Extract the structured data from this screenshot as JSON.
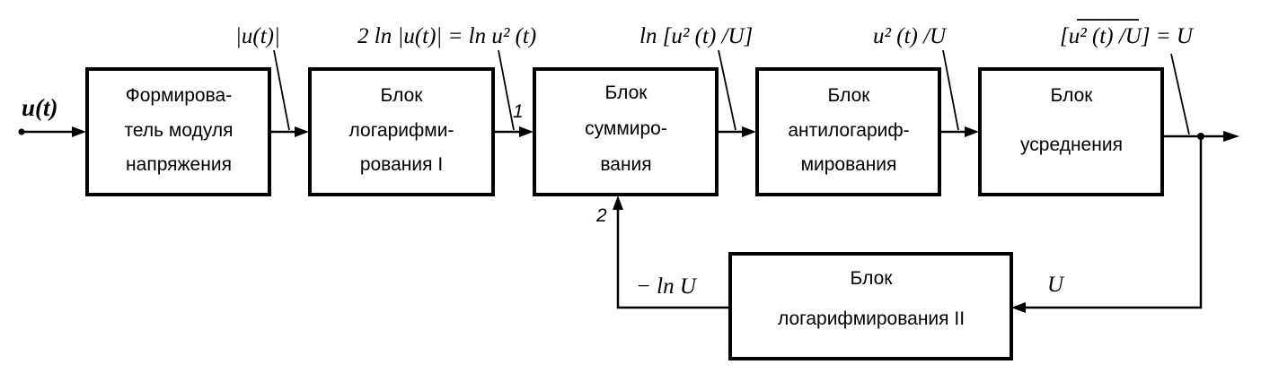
{
  "input_signal": "u(t)",
  "blocks": {
    "former": {
      "lines": [
        "Формирова-",
        "тель модуля",
        "напряжения"
      ]
    },
    "log1": {
      "lines": [
        "Блок",
        "логарифми-",
        "рования I"
      ]
    },
    "summing": {
      "lines": [
        "Блок",
        "суммиро-",
        "вания"
      ]
    },
    "antilog": {
      "lines": [
        "Блок",
        "антилогариф-",
        "мирования"
      ]
    },
    "averaging": {
      "lines": [
        "Блок",
        "усреднения"
      ]
    },
    "log2": {
      "lines": [
        "Блок",
        "логарифмирования II"
      ]
    }
  },
  "signals": {
    "abs_u": "|u(t)|",
    "log_sq": "2 ln |u(t)| = ln u² (t)",
    "ln_ratio": "ln [u² (t) /U]",
    "ratio": "u² (t) /U",
    "output": "[u² (t) /U] = U",
    "neg_ln_u": "− ln U",
    "u_feedback": "U"
  },
  "inputs": {
    "port1": "1",
    "port2": "2"
  }
}
